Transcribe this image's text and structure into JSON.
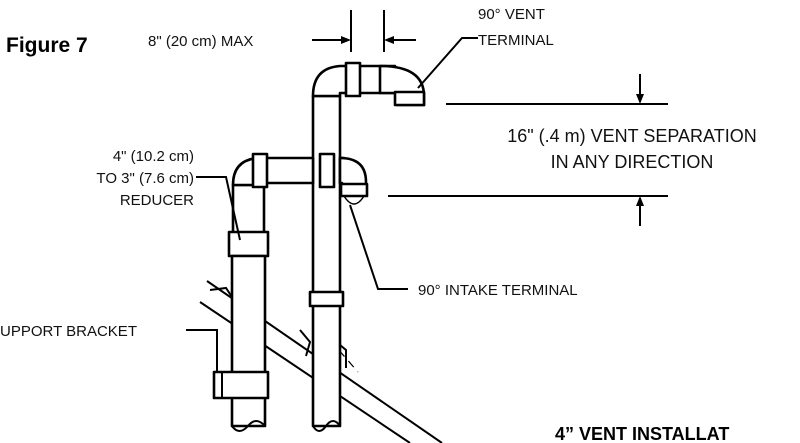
{
  "figure_label": "Figure 7",
  "labels": {
    "max_offset": "8\" (20 cm) MAX",
    "vent_terminal_line1": "90° VENT",
    "vent_terminal_line2": "TERMINAL",
    "reducer_line1": "4\" (10.2 cm)",
    "reducer_line2": "TO 3\" (7.6 cm)",
    "reducer_line3": "REDUCER",
    "separation_line1": "16\" (.4 m) VENT SEPARATION",
    "separation_line2": "IN ANY DIRECTION",
    "intake_terminal": "90° INTAKE TERMINAL",
    "support_bracket": "UPPORT BRACKET"
  },
  "caption": "4” VENT INSTALLAT"
}
